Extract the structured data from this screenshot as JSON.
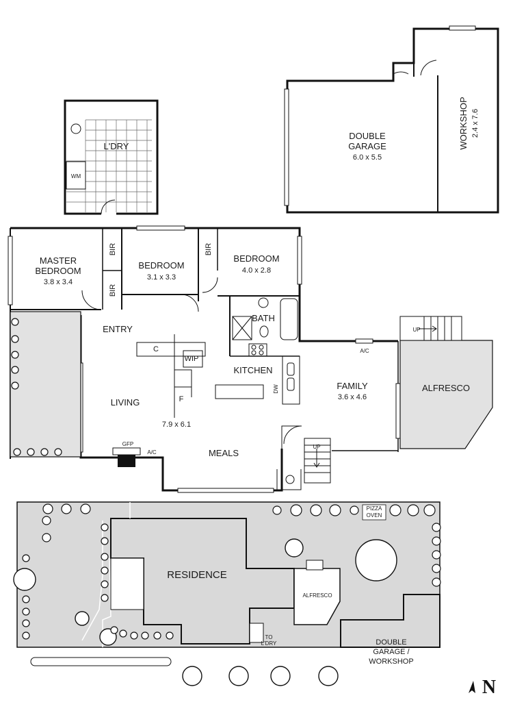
{
  "plan": {
    "laundry": {
      "name": "L'DRY",
      "wm": "WM"
    },
    "garage": {
      "name": "DOUBLE",
      "name2": "GARAGE",
      "size": "6.0 x 5.5"
    },
    "workshop": {
      "name": "WORKSHOP",
      "size": "2.4 x 7.6"
    },
    "master": {
      "name": "MASTER",
      "name2": "BEDROOM",
      "size": "3.8 x 3.4"
    },
    "bed2": {
      "name": "BEDROOM",
      "size": "3.1 x 3.3"
    },
    "bed3": {
      "name": "BEDROOM",
      "size": "4.0 x 2.8"
    },
    "bir": "BIR",
    "entry": "ENTRY",
    "bath": "BATH",
    "kitchen": "KITCHEN",
    "c": "C",
    "wip": "WIP",
    "f": "F",
    "dw": "DW",
    "living": "LIVING",
    "living_size": "7.9 x 6.1",
    "meals": "MEALS",
    "family": {
      "name": "FAMILY",
      "size": "3.6 x 4.6"
    },
    "ac": "A/C",
    "gfp": "GFP",
    "alfresco": "ALFRESCO",
    "up": "UP"
  },
  "site": {
    "residence": "RESIDENCE",
    "alfresco": "ALFRESCO",
    "pizza1": "PIZZA",
    "pizza2": "OVEN",
    "garage1": "DOUBLE",
    "garage2": "GARAGE /",
    "garage3": "WORKSHOP",
    "to1": "TO",
    "to2": "L'DRY",
    "north": "N"
  }
}
